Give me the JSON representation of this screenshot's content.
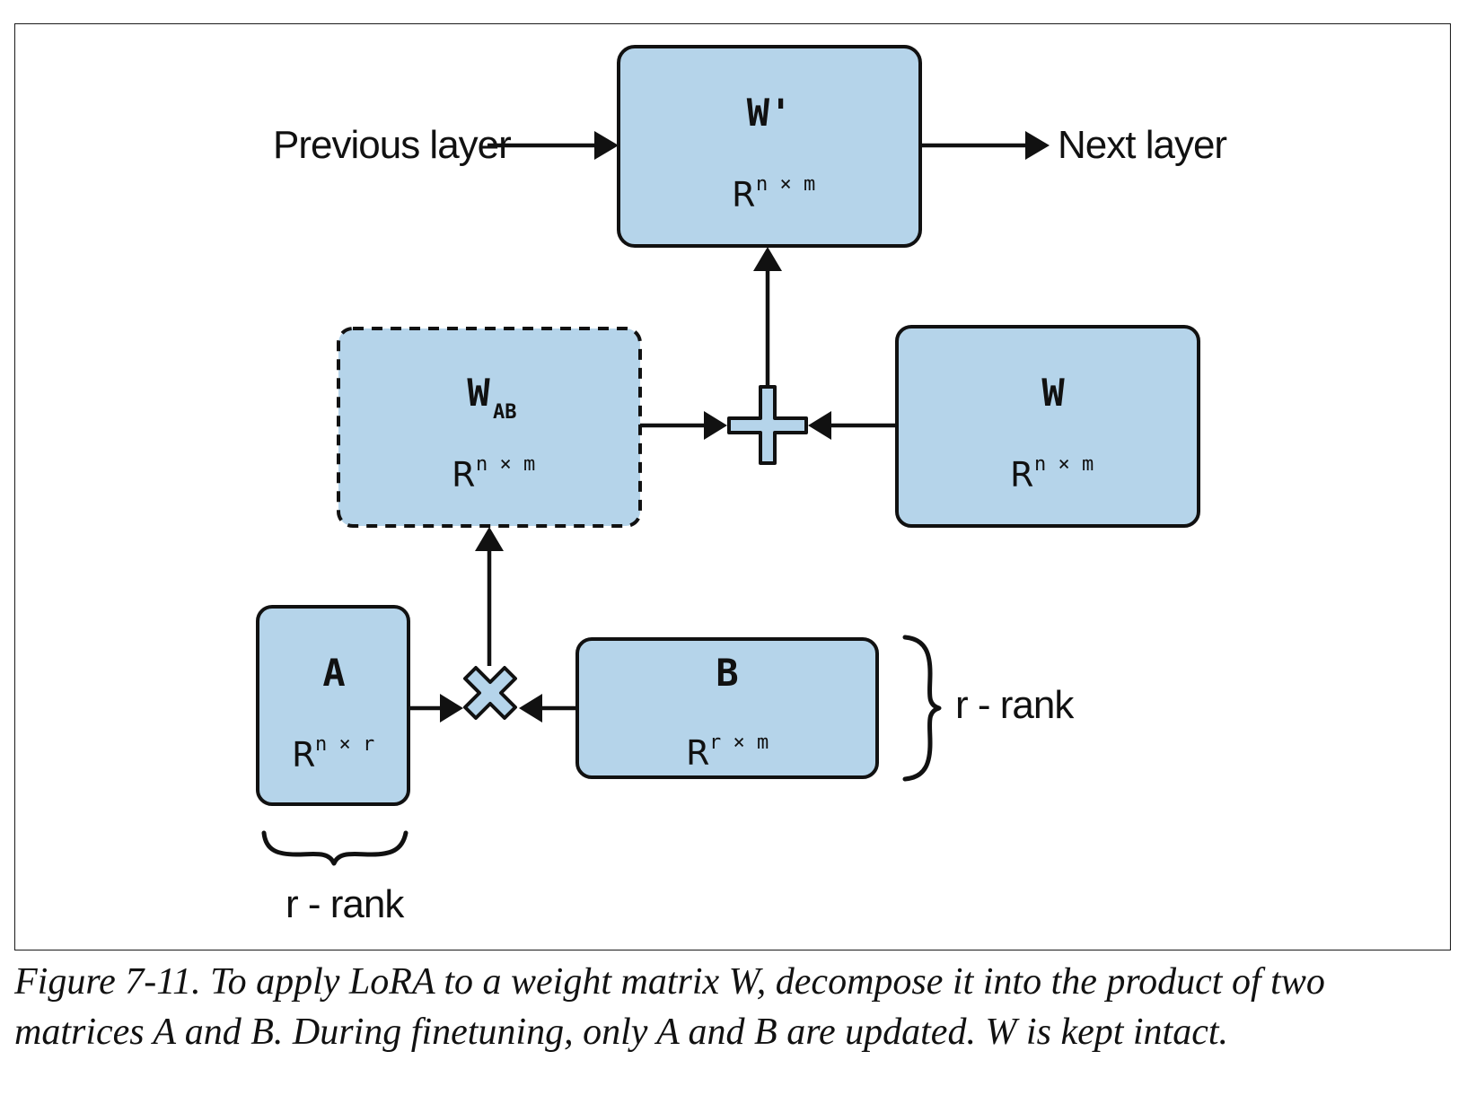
{
  "diagram": {
    "nodes": {
      "w_prime": {
        "name": "W'",
        "dim_base": "R",
        "dim_sup": "n × m"
      },
      "w_ab": {
        "name": "W",
        "name_sub": "AB",
        "dim_base": "R",
        "dim_sup": "n × m"
      },
      "w": {
        "name": "W",
        "dim_base": "R",
        "dim_sup": "n × m"
      },
      "a": {
        "name": "A",
        "dim_base": "R",
        "dim_sup": "n × r"
      },
      "b": {
        "name": "B",
        "dim_base": "R",
        "dim_sup": "r × m"
      }
    },
    "labels": {
      "previous_layer": "Previous layer",
      "next_layer": "Next layer",
      "rank_b": "r - rank",
      "rank_a": "r - rank"
    },
    "operators": {
      "add": "plus-operator",
      "multiply": "multiply-operator"
    },
    "colors": {
      "box_fill": "#b5d4ea",
      "stroke": "#111111"
    }
  },
  "caption": "Figure 7-11. To apply LoRA to a weight matrix W, decompose it into the product of two matrices A and B. During finetuning, only A and B are updated. W is kept intact."
}
